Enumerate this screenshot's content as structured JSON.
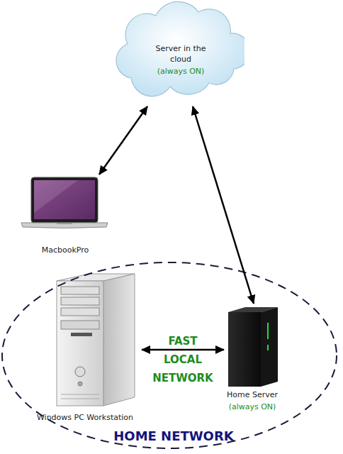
{
  "diagram": {
    "nodes": [
      {
        "text": [
          "Server in the cloud",
          "(always ON)"
        ]
      },
      {
        "text": [
          "MacbookPro"
        ]
      },
      {
        "text": [
          "HOME NETWORK"
        ]
      },
      {
        "text": [
          "Windows PC Workstation"
        ],
        "in": 2
      },
      {
        "text": [
          "Home Server",
          "(always ON)"
        ],
        "in": 2
      }
    ],
    "edges": [
      {
        "from": 1,
        "to": 0,
        "arrow": "both"
      },
      {
        "from": 4,
        "to": 0,
        "arrow": "both"
      },
      {
        "from": 3,
        "to": 4,
        "arrow": "both",
        "label": "FAST LOCAL NETWORK"
      }
    ]
  }
}
